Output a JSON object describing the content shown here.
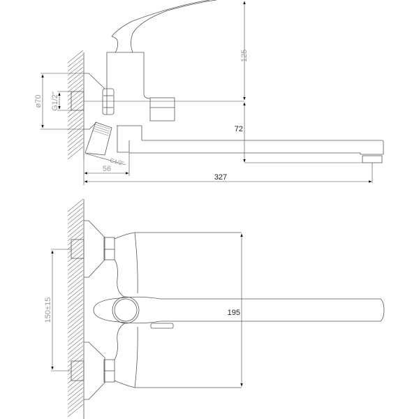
{
  "side_view": {
    "dim_height_lever": "125",
    "dim_spout_height": "72",
    "dim_total_length": "327",
    "dim_wall_to_body": "56",
    "dim_flange_diameter": "ø70",
    "dim_inlet_thread": "G1/2\"",
    "dim_outlet_thread": "G1/2\""
  },
  "top_view": {
    "dim_depth": "195",
    "dim_inlet_spacing": "150±15"
  }
}
